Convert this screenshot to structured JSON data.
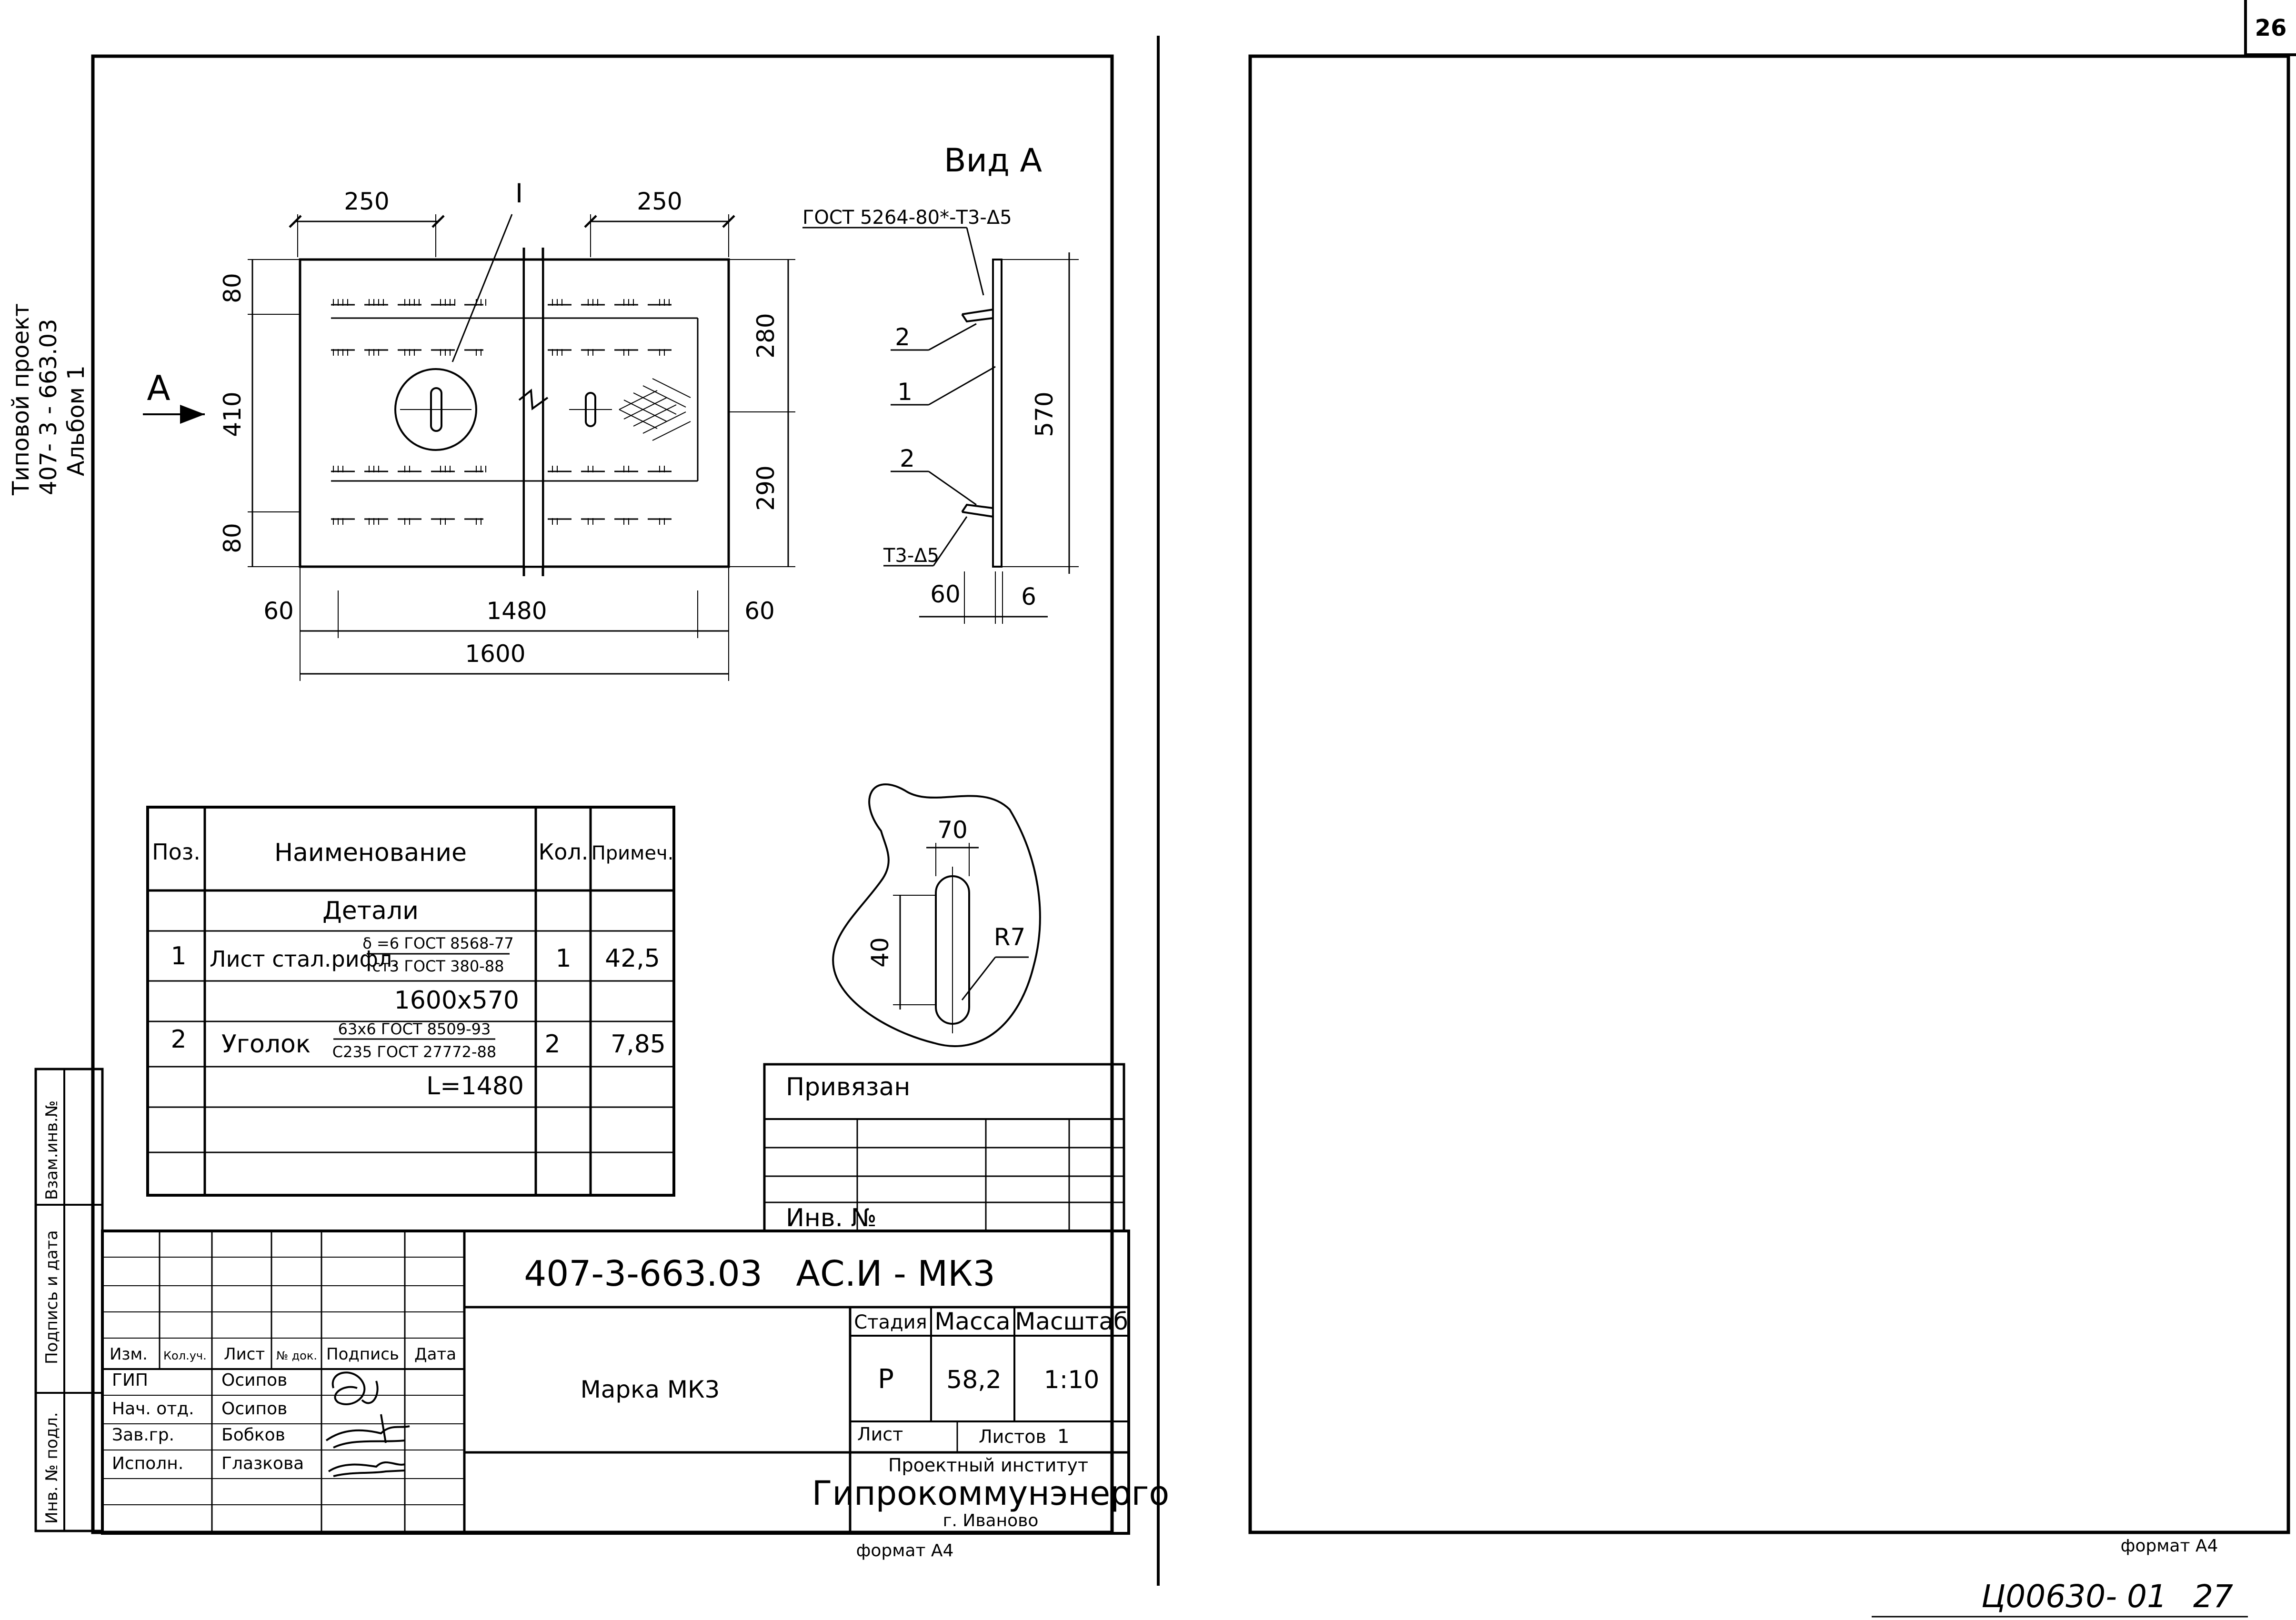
{
  "page_number": "26",
  "side_text": {
    "line1": "Типовой проект",
    "line2": "407- 3 - 663.03",
    "line3": "Альбом 1"
  },
  "side_stamp": {
    "vzam": "Взам.инв.№",
    "podpis": "Подпись и дата",
    "inv": "Инв. № подл."
  },
  "drawing": {
    "view_a_title": "Вид А",
    "section_mark": "А",
    "detail_mark": "I",
    "weld_top": "ГОСТ 5264-80*-Т3-Δ5",
    "weld_bottom": "Т3-Δ5",
    "dim_250_left": "250",
    "dim_250_right": "250",
    "dim_80_top": "80",
    "dim_410": "410",
    "dim_80_bottom": "80",
    "dim_280": "280",
    "dim_290": "290",
    "dim_60_left": "60",
    "dim_1480": "1480",
    "dim_60_right": "60",
    "dim_1600": "1600",
    "dim_570": "570",
    "dim_60_side": "60",
    "dim_6": "6",
    "leader_2_top": "2",
    "leader_1": "1",
    "leader_2_bottom": "2",
    "detail_70": "70",
    "detail_40": "40",
    "detail_r7": "R7"
  },
  "spec": {
    "headers": {
      "pos": "Поз.",
      "name": "Наименование",
      "qty": "Кол.",
      "note": "Примеч."
    },
    "section": "Детали",
    "row1": {
      "pos": "1",
      "name": "Лист стал.рифл.",
      "frac_top": "δ =6 ГОСТ 8568-77",
      "frac_bot": "ст3 ГОСТ 380-88",
      "qty": "1",
      "note": "42,5",
      "size": "1600x570"
    },
    "row2": {
      "pos": "2",
      "name": "Уголок",
      "frac_top": "63х6 ГОСТ 8509-93",
      "frac_bot": "С235 ГОСТ 27772-88",
      "qty": "2",
      "note": "7,85",
      "size": "L=1480"
    }
  },
  "privyazan": {
    "title": "Привязан",
    "inv": "Инв. №"
  },
  "title_block": {
    "code": "407-3-663.03   АС.И - МК3",
    "izm": "Изм.",
    "kol": "Кол.уч.",
    "list": "Лист",
    "ndok": "№ док.",
    "podpis": "Подпись",
    "data": "Дата",
    "roles": [
      "ГИП",
      "Нач. отд.",
      "Зав.гр.",
      "Исполн."
    ],
    "names": [
      "Осипов",
      "Осипов",
      "Бобков",
      "Глазкова"
    ],
    "item_name": "Марка МК3",
    "stadia_h": "Стадия",
    "massa_h": "Масса",
    "masshtab_h": "Масштаб",
    "stadia": "Р",
    "massa": "58,2",
    "masshtab": "1:10",
    "list_h": "Лист",
    "listov_h": "Листов",
    "listov": "1",
    "org1": "Проектный институт",
    "org2": "Гипрокоммунэнерго",
    "org3": "г. Иваново"
  },
  "format_left": "формат А4",
  "format_right": "формат А4",
  "handwritten": {
    "code": "Ц00630- 01",
    "num": "27"
  }
}
